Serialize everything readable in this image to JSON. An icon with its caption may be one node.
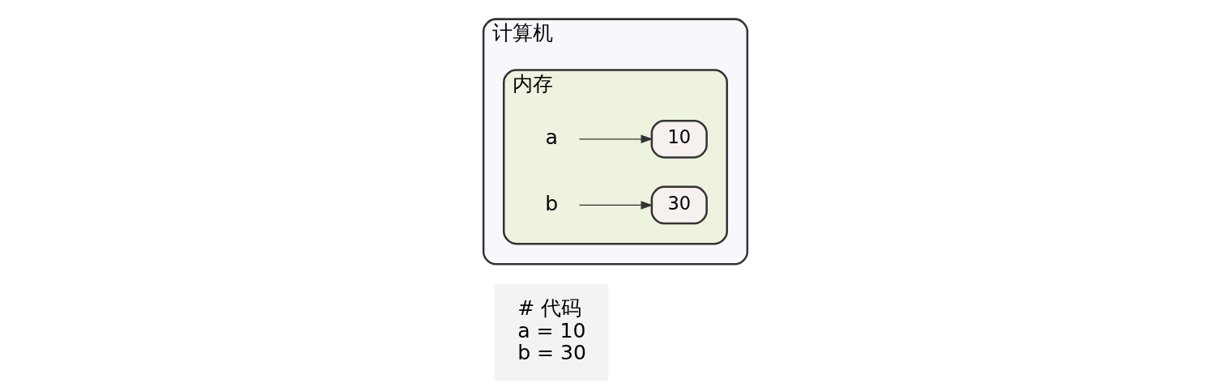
{
  "diagram": {
    "nodes": [
      {
        "text": [
          "# 代码",
          "a = 10",
          "b = 30"
        ]
      },
      {
        "text": [
          "计算机"
        ]
      },
      {
        "text": [
          "内存"
        ],
        "in": 1
      },
      {
        "text": [
          "a"
        ],
        "in": 2
      },
      {
        "text": [
          "10"
        ],
        "in": 2
      },
      {
        "text": [
          "b"
        ],
        "in": 2
      },
      {
        "text": [
          "30"
        ],
        "in": 2
      }
    ],
    "edges": [
      {
        "from": 3,
        "to": 4,
        "arrow": "to"
      },
      {
        "from": 5,
        "to": 6,
        "arrow": "to"
      }
    ]
  }
}
